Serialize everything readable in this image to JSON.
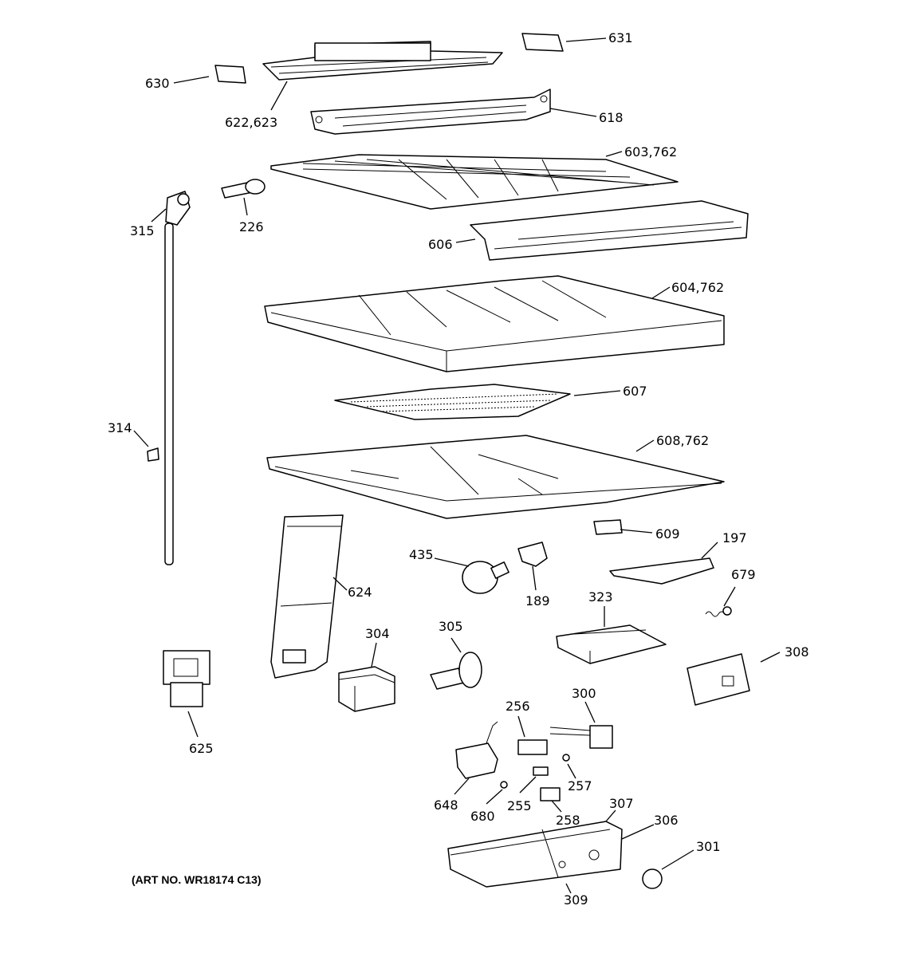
{
  "art_number": "(ART NO. WR18174 C13)",
  "labels": {
    "p631": "631",
    "p630": "630",
    "p622_623": "622,623",
    "p618": "618",
    "p603_762": "603,762",
    "p315": "315",
    "p226": "226",
    "p606": "606",
    "p604_762": "604,762",
    "p607": "607",
    "p314": "314",
    "p608_762": "608,762",
    "p609": "609",
    "p197": "197",
    "p435": "435",
    "p624": "624",
    "p189": "189",
    "p679": "679",
    "p323": "323",
    "p304": "304",
    "p305": "305",
    "p308": "308",
    "p625": "625",
    "p256": "256",
    "p300": "300",
    "p257": "257",
    "p648": "648",
    "p680": "680",
    "p255": "255",
    "p258": "258",
    "p307": "307",
    "p306": "306",
    "p301": "301",
    "p309": "309"
  }
}
